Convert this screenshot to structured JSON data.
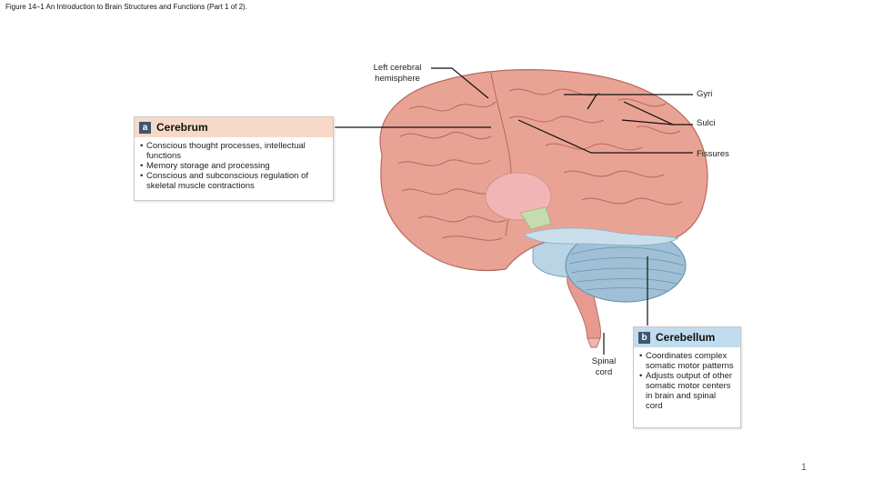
{
  "figure_title": "Figure 14–1 An Introduction to Brain Structures and Functions (Part 1 of 2).",
  "labels": {
    "left_hemisphere_line1": "Left cerebral",
    "left_hemisphere_line2": "hemisphere",
    "gyri": "Gyri",
    "sulci": "Sulci",
    "fissures": "Fissures",
    "spinal_line1": "Spinal",
    "spinal_line2": "cord"
  },
  "cerebrum_box": {
    "letter": "a",
    "title": "Cerebrum",
    "items": [
      "Conscious thought processes, intellectual functions",
      "Memory storage and processing",
      "Conscious and subconscious regulation of skeletal muscle contractions"
    ]
  },
  "cerebellum_box": {
    "letter": "b",
    "title": "Cerebellum",
    "items": [
      "Coordinates complex somatic motor patterns",
      "Adjusts output of other somatic motor centers in brain and spinal cord"
    ]
  },
  "page_number": "1",
  "colors": {
    "cerebrum": "#e9a394",
    "cerebrum_dark": "#b7685e",
    "cerebellum": "#9fc0d6",
    "brainstem": "#b9d4e4",
    "spinal": "#e79a8f",
    "green": "#c6dcb0",
    "pink_inner": "#f2b5b5"
  }
}
